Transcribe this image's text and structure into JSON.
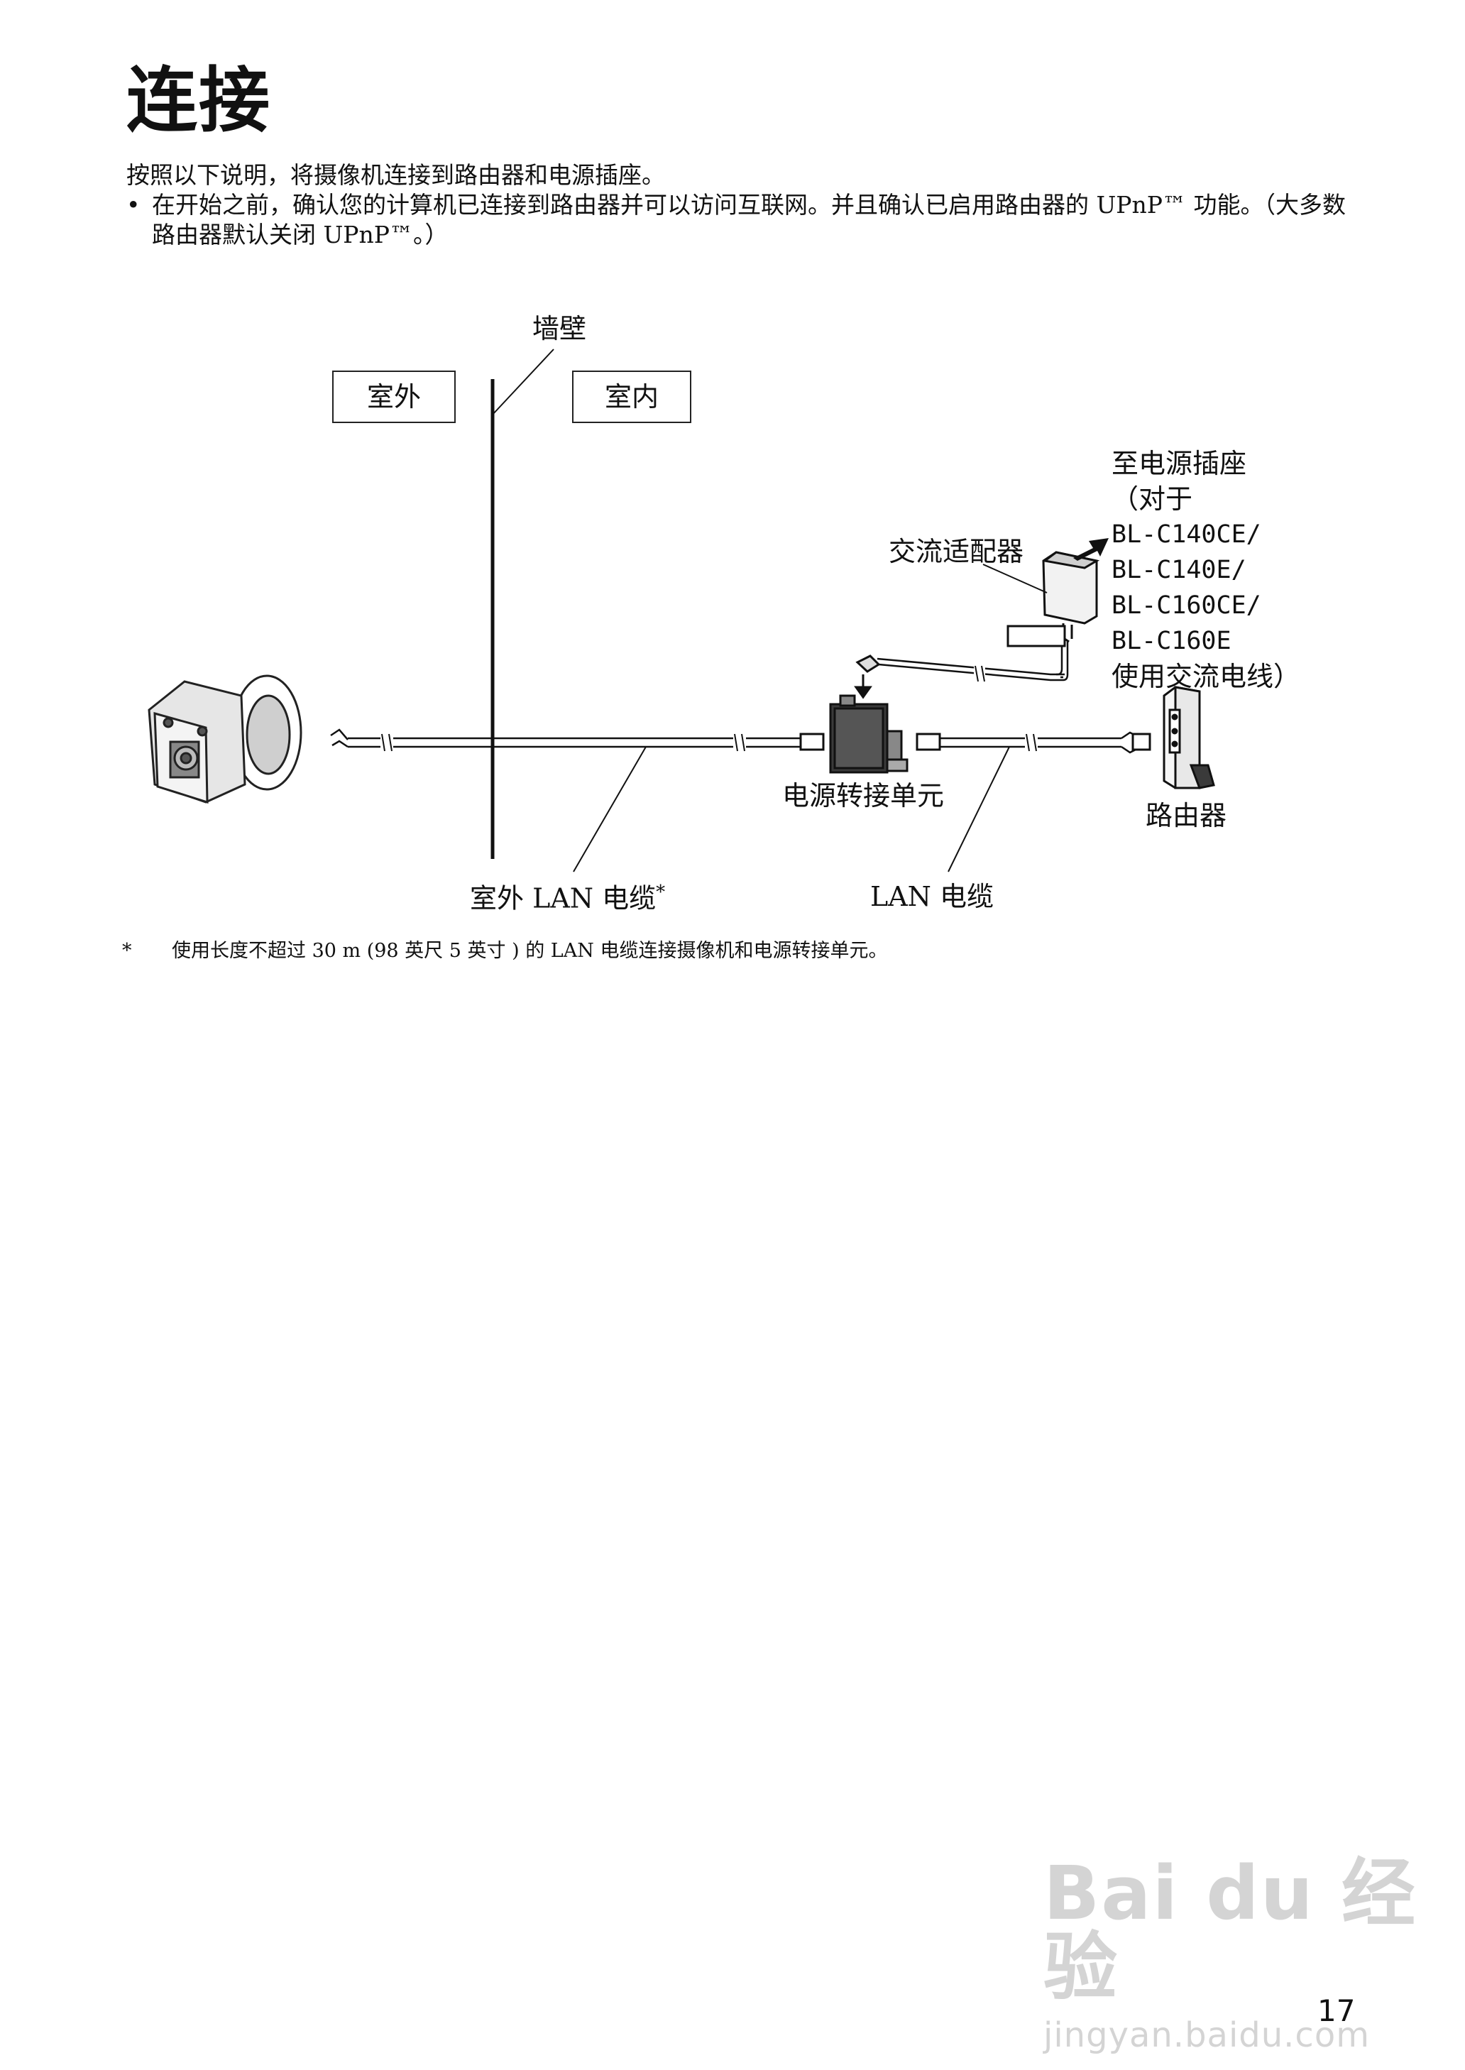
{
  "heading": "连接",
  "intro": "按照以下说明，将摄像机连接到路由器和电源插座。",
  "bullets": [
    "在开始之前，确认您的计算机已连接到路由器并可以访问互联网。并且确认已启用路由器的 UPnP™ 功能。（大多数路由器默认关闭 UPnP™。）"
  ],
  "bullet_mark": "•",
  "diagram": {
    "wall": "墙壁",
    "outdoor": "室外",
    "indoor": "室内",
    "to_outlet_lines": [
      "至电源插座",
      "（对于",
      "BL-C140CE/",
      "BL-C140E/",
      "BL-C160CE/",
      "BL-C160E",
      "使用交流电线）"
    ],
    "ac_adaptor": "交流适配器",
    "power_unit": "电源转接单元",
    "router": "路由器",
    "outdoor_lan_cable": "室外 LAN 电缆",
    "asterisk": "*",
    "lan_cable": "LAN 电缆"
  },
  "footnote": {
    "mark": "*",
    "text": "使用长度不超过 30 m (98 英尺 5 英寸 ) 的 LAN 电缆连接摄像机和电源转接单元。"
  },
  "watermark": {
    "logo": "Bai du 经验",
    "url": "jingyan.baidu.com"
  },
  "page_number": "17"
}
